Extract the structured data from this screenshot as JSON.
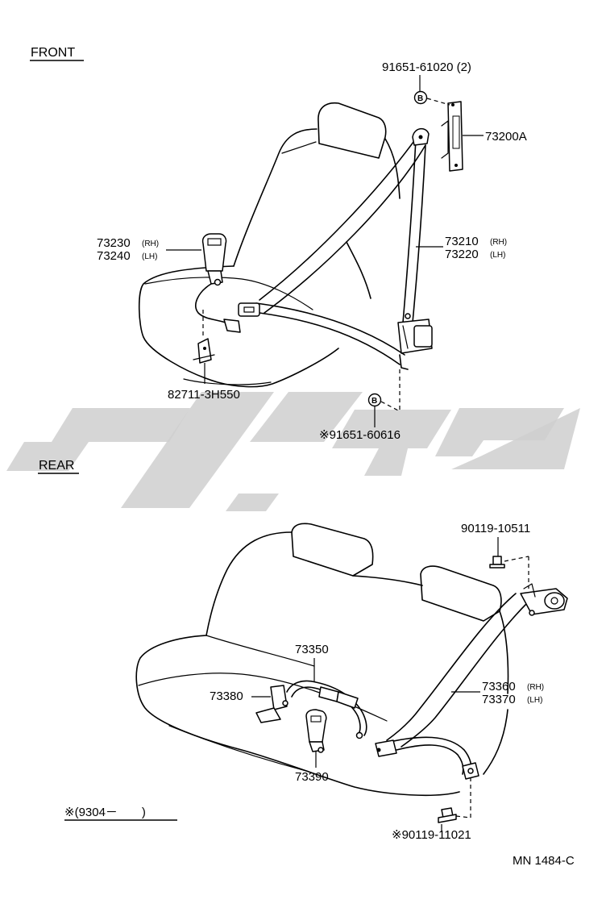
{
  "sections": {
    "front": "FRONT",
    "rear": "REAR"
  },
  "front_labels": {
    "bolt_top": "91651-61020 (2)",
    "retractor_top": "73200A",
    "buckle_main_1": "73230",
    "buckle_side_1": "(RH)",
    "buckle_main_2": "73240",
    "buckle_side_2": "(LH)",
    "belt_main_1": "73210",
    "belt_side_1": "(RH)",
    "belt_main_2": "73220",
    "belt_side_2": "(LH)",
    "bracket": "82711-3H550",
    "bolt_bottom": "※91651-60616",
    "marker_b": "B"
  },
  "rear_labels": {
    "bolt_top": "90119-10511",
    "center_belt": "73350",
    "buckle_left": "73380",
    "buckle_center": "73390",
    "belt_main_1": "73360",
    "belt_side_1": "(RH)",
    "belt_main_2": "73370",
    "belt_side_2": "(LH)",
    "bolt_bottom": "※90119-11021"
  },
  "footer": {
    "note": "※(9304－　　)",
    "code": "MN  1484-C"
  }
}
